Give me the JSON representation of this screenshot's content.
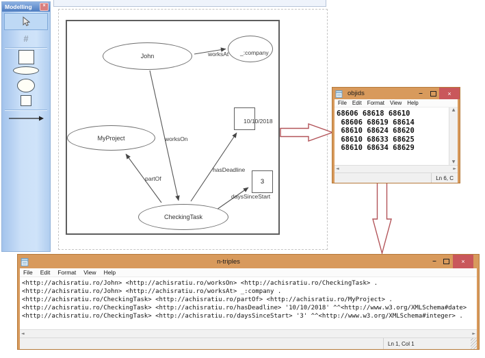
{
  "panel": {
    "title": "Modelling"
  },
  "icons": {
    "close-icon": "×",
    "minimize-icon": "–",
    "grid-icon": "#",
    "scroll-up-icon": "▲",
    "scroll-down-icon": "▼",
    "scroll-left-icon": "◄",
    "scroll-right-icon": "►"
  },
  "diagram": {
    "nodes": {
      "john": "John",
      "myproject": "MyProject",
      "checkingtask": "CheckingTask",
      "company": "_:company"
    },
    "literals": {
      "deadline": "10/10/2018",
      "days": "3"
    },
    "edge_labels": {
      "worksAt": "worksAt",
      "worksOn": "worksOn",
      "partOf": "partOf",
      "hasDeadline": "hasDeadline",
      "daysSinceStart": "daysSinceStart"
    }
  },
  "objids": {
    "title": "objids",
    "menu": [
      "File",
      "Edit",
      "Format",
      "View",
      "Help"
    ],
    "lines": [
      "68606 68618 68610",
      " 68606 68619 68614",
      " 68610 68624 68620",
      " 68610 68633 68625",
      " 68610 68634 68629"
    ],
    "status": "Ln 6, C"
  },
  "ntriples": {
    "title": "n-triples",
    "menu": [
      "File",
      "Edit",
      "Format",
      "View",
      "Help"
    ],
    "lines": [
      "<http://achisratiu.ro/John> <http://achisratiu.ro/worksOn> <http://achisratiu.ro/CheckingTask> .",
      "<http://achisratiu.ro/John> <http://achisratiu.ro/worksAt> _:company .",
      "<http://achisratiu.ro/CheckingTask> <http://achisratiu.ro/partOf> <http://achisratiu.ro/MyProject> .",
      "<http://achisratiu.ro/CheckingTask> <http://achisratiu.ro/hasDeadline> '10/10/2018' ^^<http://www.w3.org/XMLSchema#date>",
      "<http://achisratiu.ro/CheckingTask> <http://achisratiu.ro/daysSinceStart> '3' ^^<http://www.w3.org/XMLSchema#integer> ."
    ],
    "status": "Ln 1, Col 1"
  },
  "colors": {
    "window_chrome": "#d89a5c",
    "close_button": "#c9575b",
    "panel_titlebar": "#4d7cc0",
    "flow_arrow": "#b25358"
  }
}
